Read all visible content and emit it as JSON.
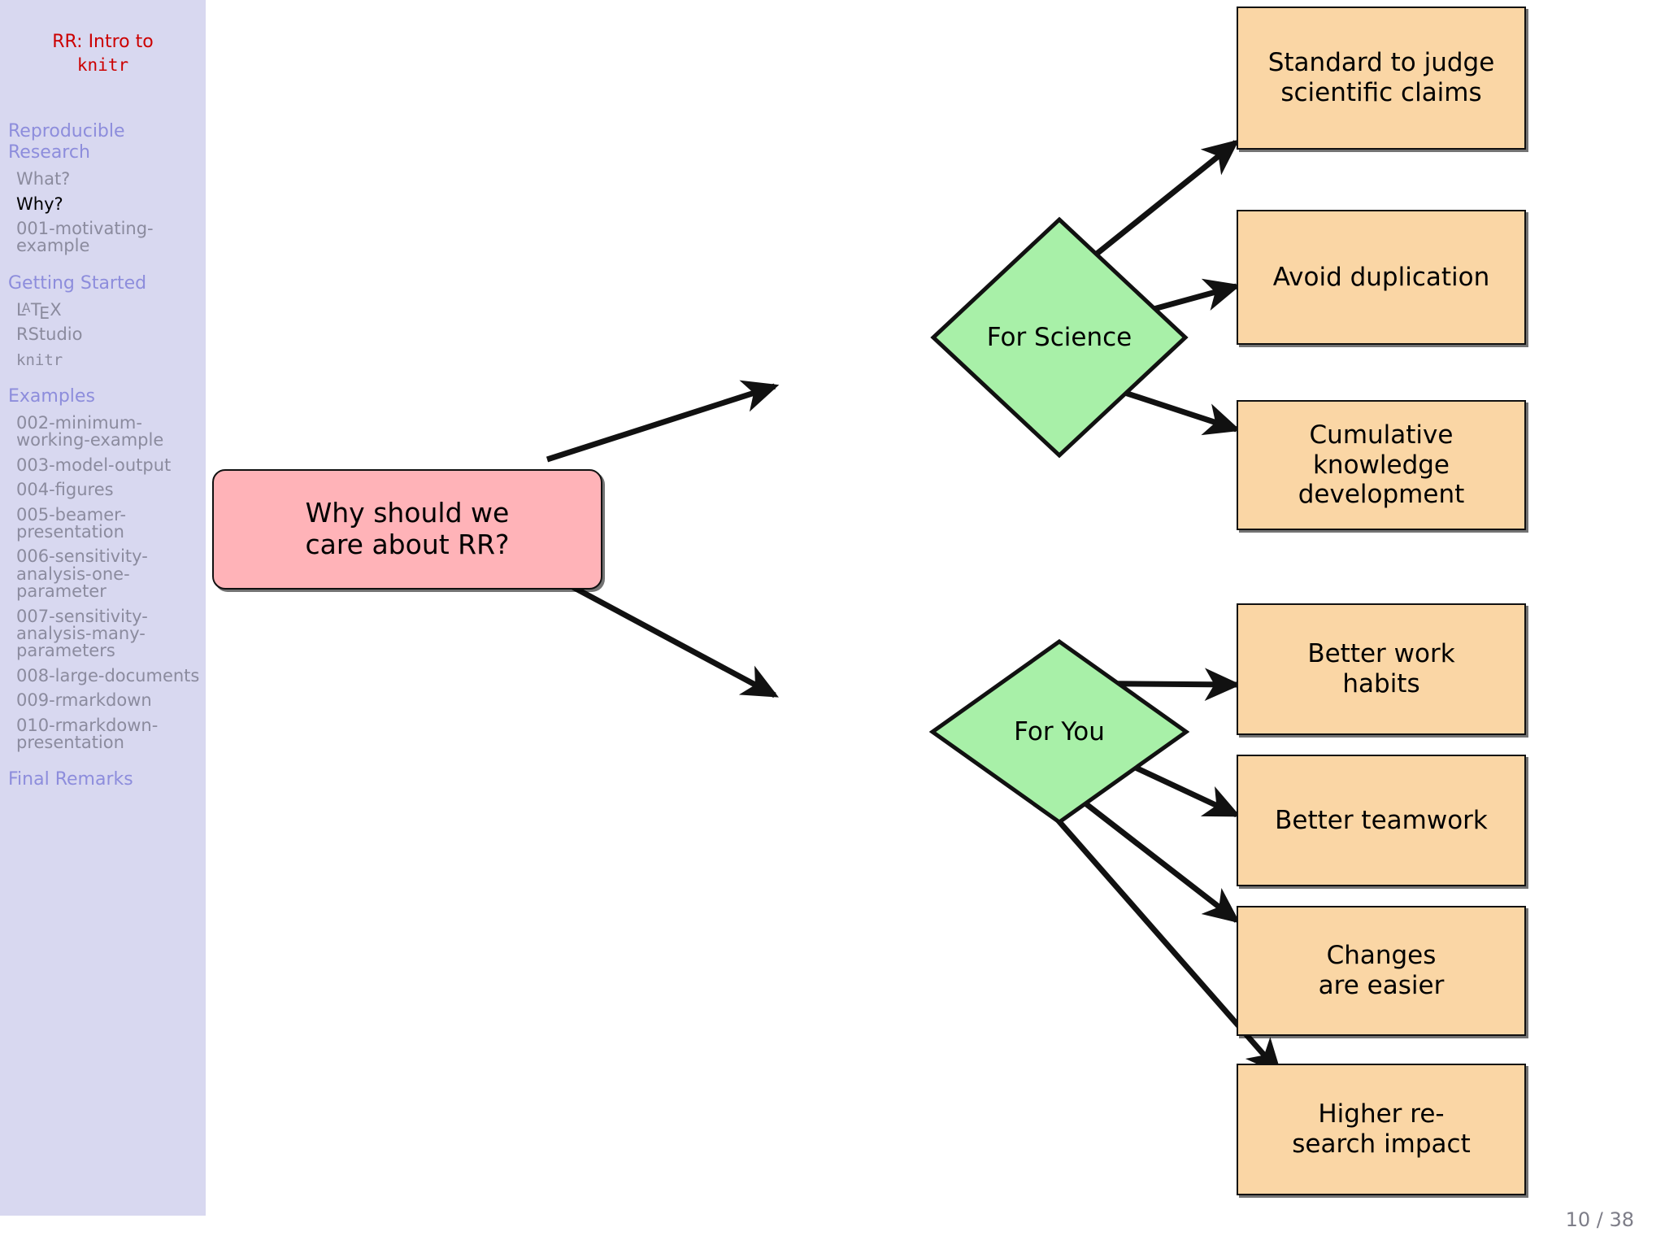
{
  "sidebar": {
    "title_line1": "RR: Intro to",
    "title_line2": "knitr",
    "sections": [
      {
        "label": "Reproducible Research",
        "items": [
          {
            "label": "What?",
            "active": false,
            "mono": false
          },
          {
            "label": "Why?",
            "active": true,
            "mono": false
          },
          {
            "label": "001-motivating-example",
            "active": false,
            "mono": false
          }
        ]
      },
      {
        "label": "Getting Started",
        "items": [
          {
            "label": "LaTeX",
            "active": false,
            "mono": false,
            "logo": "latex"
          },
          {
            "label": "RStudio",
            "active": false,
            "mono": false
          },
          {
            "label": "knitr",
            "active": false,
            "mono": true
          }
        ]
      },
      {
        "label": "Examples",
        "items": [
          {
            "label": "002-minimum-working-example",
            "active": false,
            "mono": false
          },
          {
            "label": "003-model-output",
            "active": false,
            "mono": false
          },
          {
            "label": "004-figures",
            "active": false,
            "mono": false
          },
          {
            "label": "005-beamer-presentation",
            "active": false,
            "mono": false
          },
          {
            "label": "006-sensitivity-analysis-one-parameter",
            "active": false,
            "mono": false
          },
          {
            "label": "007-sensitivity-analysis-many-parameters",
            "active": false,
            "mono": false
          },
          {
            "label": "008-large-documents",
            "active": false,
            "mono": false
          },
          {
            "label": "009-rmarkdown",
            "active": false,
            "mono": false
          },
          {
            "label": "010-rmarkdown-presentation",
            "active": false,
            "mono": false
          }
        ]
      },
      {
        "label": "Final Remarks",
        "items": []
      }
    ]
  },
  "diagram": {
    "root": {
      "label": "Why should we\ncare about RR?"
    },
    "branches": [
      {
        "label": "For Science"
      },
      {
        "label": "For You"
      }
    ],
    "leaves_science": [
      {
        "label": "Standard to judge\nscientific claims"
      },
      {
        "label": "Avoid duplication"
      },
      {
        "label": "Cumulative\nknowledge\ndevelopment"
      }
    ],
    "leaves_you": [
      {
        "label": "Better work\nhabits"
      },
      {
        "label": "Better teamwork"
      },
      {
        "label": "Changes\nare easier"
      },
      {
        "label": "Higher re-\nsearch impact"
      }
    ]
  },
  "footer": {
    "page": "10 / 38"
  },
  "colors": {
    "sidebar_bg": "#d8d8f0",
    "sidebar_section": "#8d8ddc",
    "sidebar_item": "#8b8b9e",
    "title_red": "#cc0000",
    "root_pink": "#ffb3b8",
    "branch_green": "#a8f0a8",
    "leaf_orange": "#fad6a5",
    "stroke": "#111111"
  }
}
